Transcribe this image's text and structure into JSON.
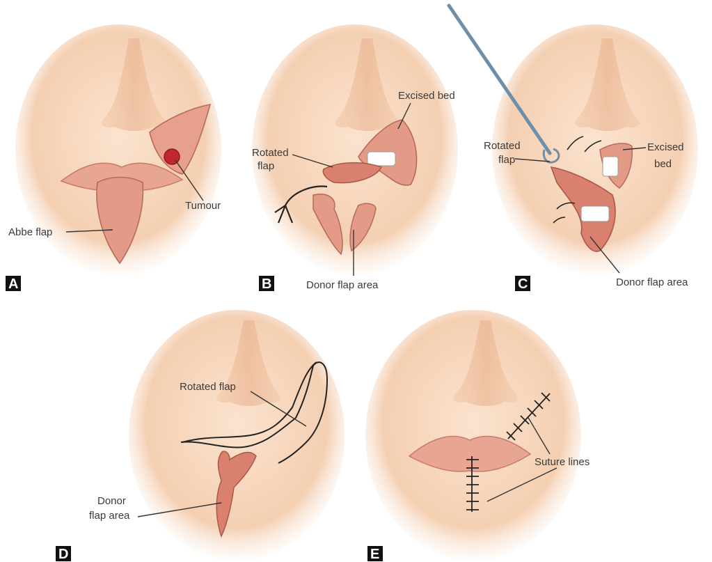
{
  "panels": [
    {
      "letter": "A",
      "labels": {
        "tumour": "Tumour",
        "abbe_flap": "Abbe flap"
      }
    },
    {
      "letter": "B",
      "labels": {
        "excised_bed": "Excised bed",
        "rotated_flap_1": "Rotated",
        "rotated_flap_2": "flap",
        "donor_flap_area": "Donor flap area"
      }
    },
    {
      "letter": "C",
      "labels": {
        "rotated_flap_1": "Rotated",
        "rotated_flap_2": "flap",
        "excised_1": "Excised",
        "excised_2": "bed",
        "donor_flap_area": "Donor flap area"
      }
    },
    {
      "letter": "D",
      "labels": {
        "rotated_flap": "Rotated flap",
        "donor_1": "Donor",
        "donor_2": "flap area"
      }
    },
    {
      "letter": "E",
      "labels": {
        "suture_lines": "Suture lines"
      }
    }
  ],
  "colors": {
    "skin": "#f6d7bd",
    "skin_edge": "#e9b996",
    "lip": "#e8a592",
    "flap": "#d9806e",
    "tumour": "#c1272d",
    "badge": "#111111"
  }
}
